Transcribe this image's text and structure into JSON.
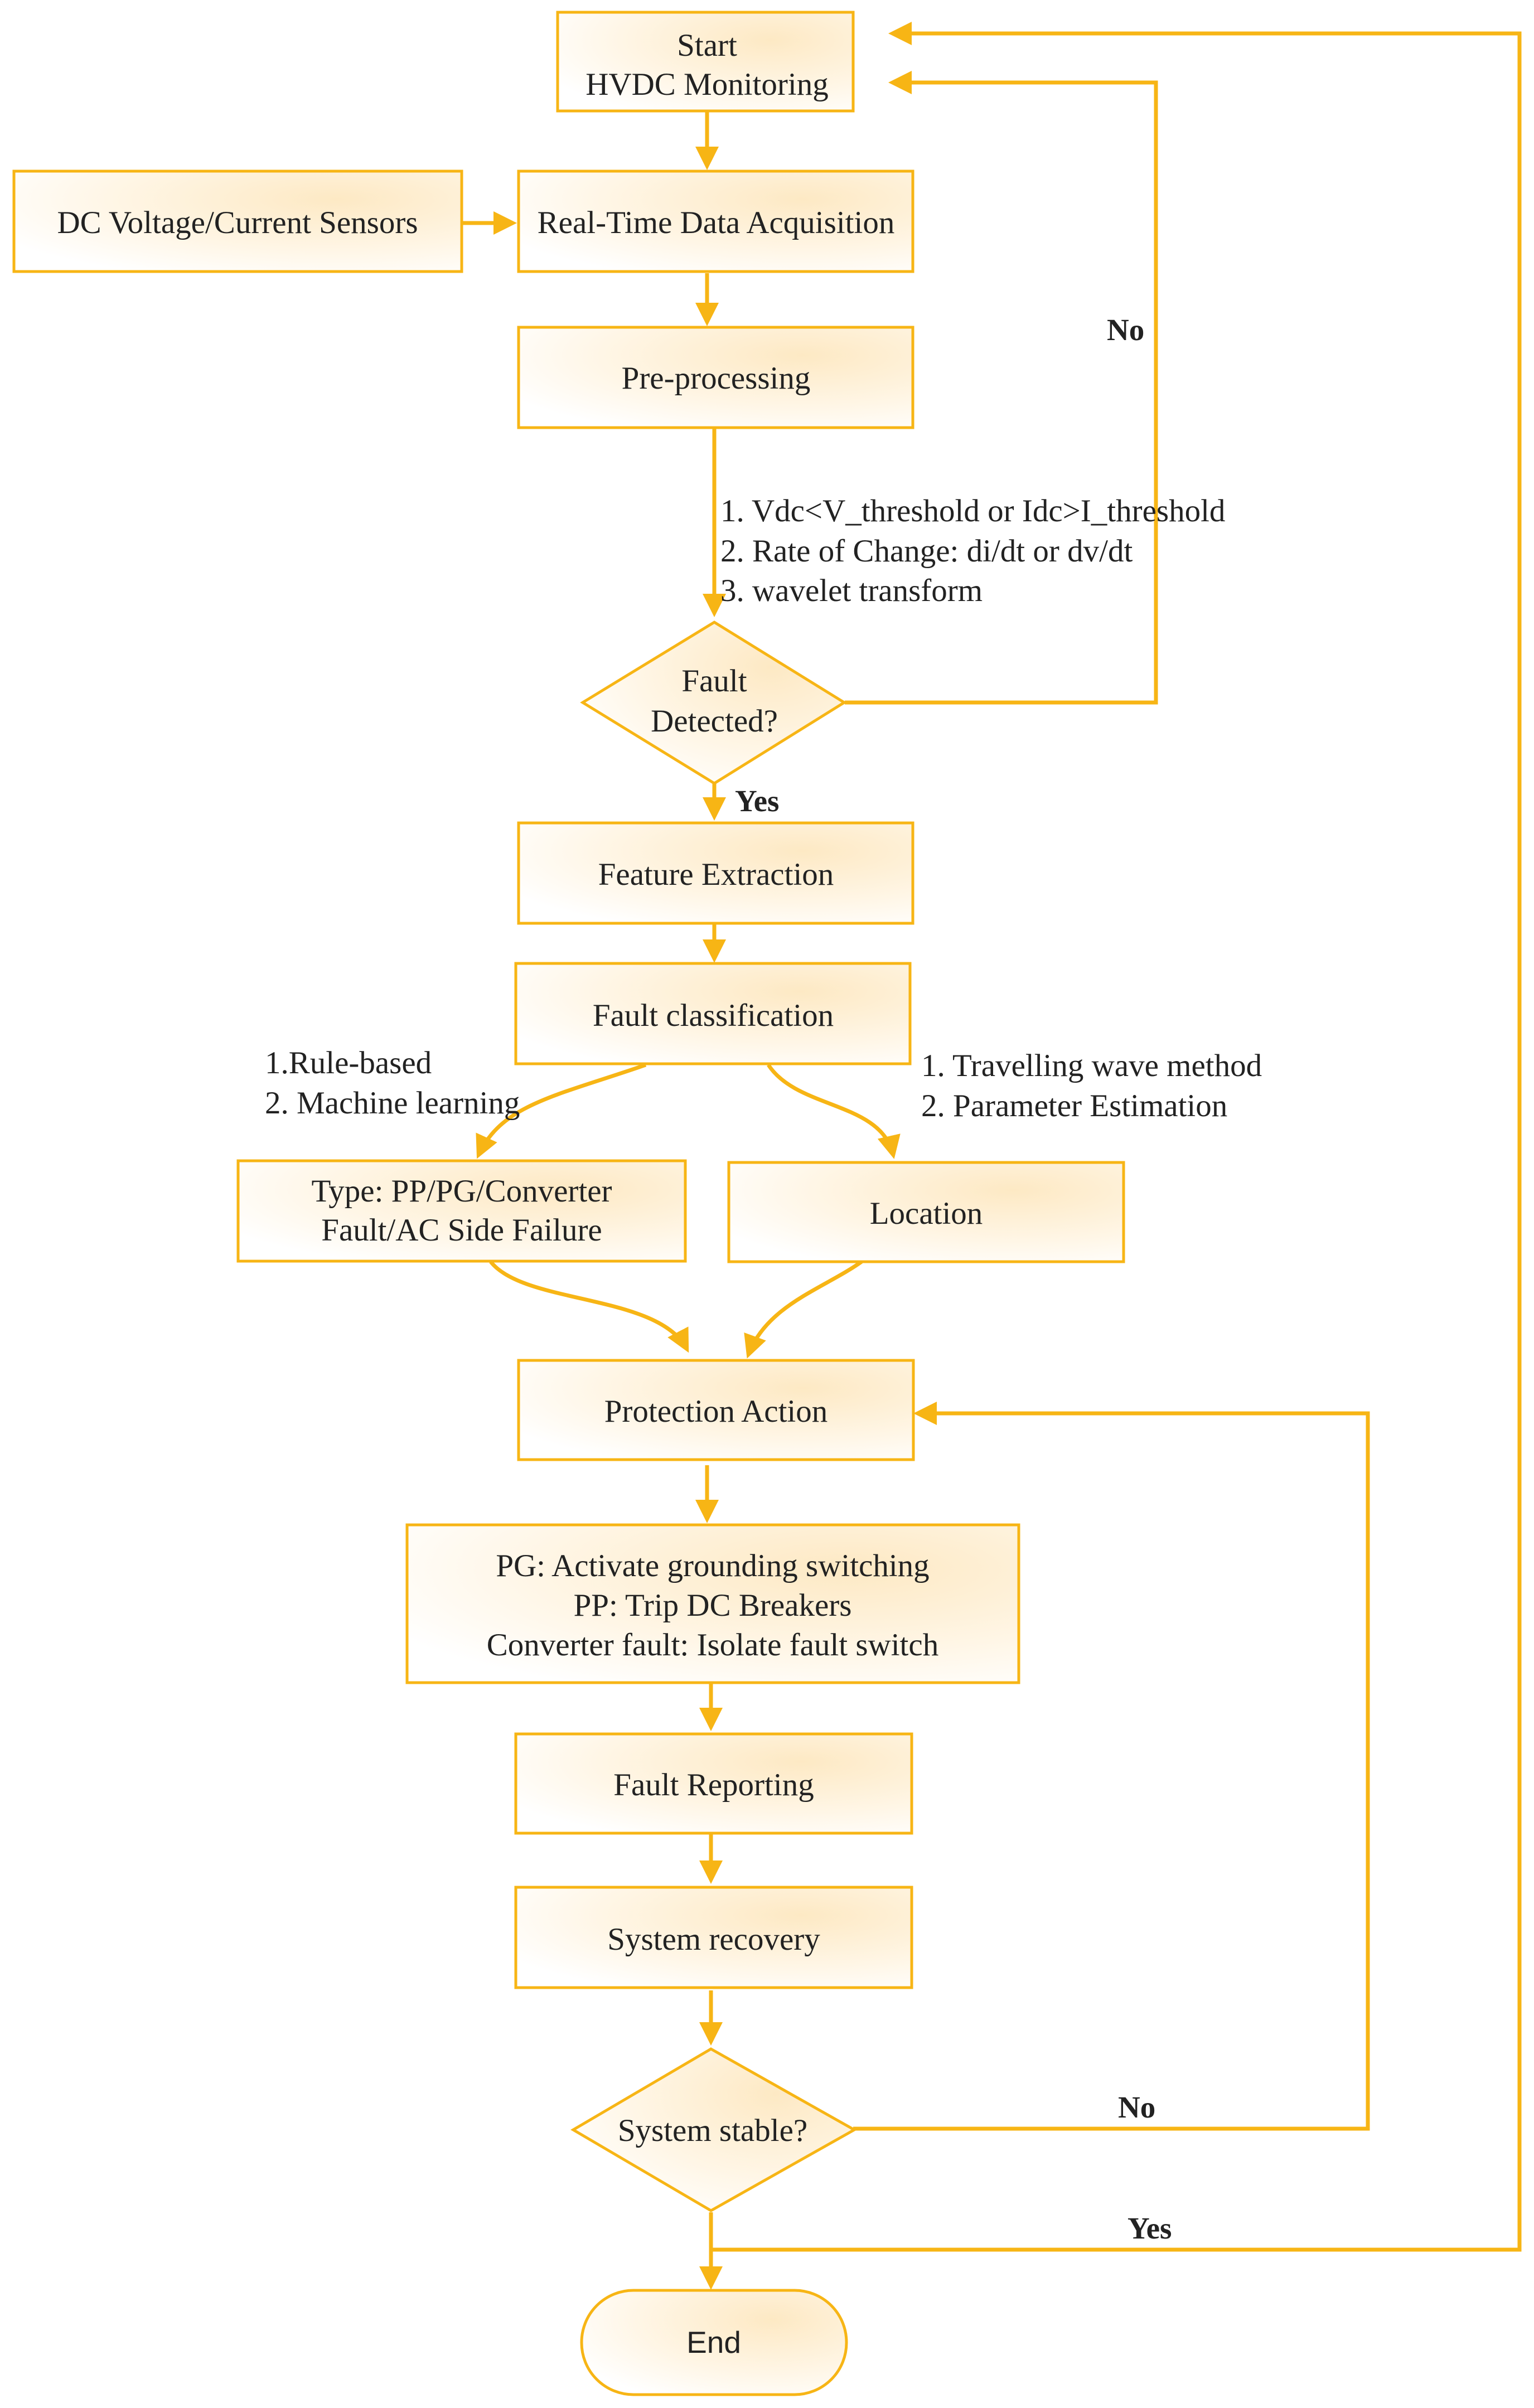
{
  "colors": {
    "accent": "#f7b515",
    "box_fill_center": "#fde9c4",
    "box_fill_edge": "#ffffff",
    "text": "#222222"
  },
  "nodes": {
    "start": [
      "Start",
      "HVDC Monitoring"
    ],
    "sensors": "DC Voltage/Current Sensors",
    "acquisition": "Real-Time Data Acquisition",
    "preprocessing": "Pre-processing",
    "fault_detected": [
      "Fault",
      "Detected?"
    ],
    "feature_extraction": "Feature Extraction",
    "fault_classification": "Fault classification",
    "type": [
      "Type: PP/PG/Converter",
      "Fault/AC Side Failure"
    ],
    "location": "Location",
    "protection_action": "Protection Action",
    "actions": [
      "PG: Activate grounding switching",
      "PP: Trip DC Breakers",
      "Converter fault: Isolate fault switch"
    ],
    "fault_reporting": "Fault Reporting",
    "system_recovery": "System recovery",
    "system_stable": "System stable?",
    "end": "End"
  },
  "annotations": {
    "detection_methods": [
      "1. Vdc<V_threshold or Idc>I_threshold",
      "2. Rate of Change: di/dt or dv/dt",
      "3. wavelet transform"
    ],
    "classification_methods": [
      "1.Rule-based",
      "2. Machine learning"
    ],
    "location_methods": [
      "1. Travelling wave method",
      "2. Parameter Estimation"
    ]
  },
  "edge_labels": {
    "fault_no": "No",
    "fault_yes": "Yes",
    "stable_no": "No",
    "stable_yes": "Yes"
  }
}
